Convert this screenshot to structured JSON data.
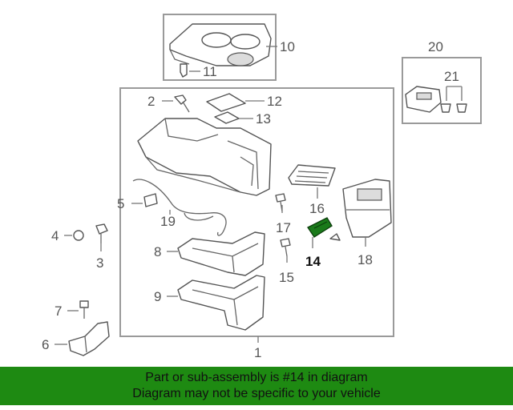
{
  "callouts": {
    "c1": "1",
    "c2": "2",
    "c3": "3",
    "c4": "4",
    "c5": "5",
    "c6": "6",
    "c7": "7",
    "c8": "8",
    "c9": "9",
    "c10": "10",
    "c11": "11",
    "c12": "12",
    "c13": "13",
    "c14": "14",
    "c15": "15",
    "c16": "16",
    "c17": "17",
    "c18": "18",
    "c19": "19",
    "c20": "20",
    "c21": "21"
  },
  "highlighted_part": "14",
  "colors": {
    "banner": "#1e8a12",
    "highlight": "#1a7a1a"
  },
  "banner": {
    "line1": "Part or sub-assembly is #14 in diagram",
    "line2": "Diagram may not be specific to your vehicle"
  }
}
